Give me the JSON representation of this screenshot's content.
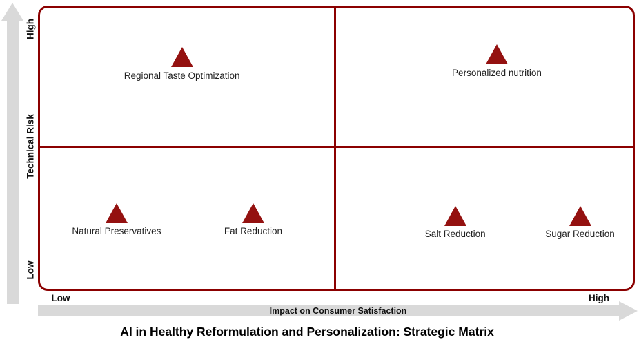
{
  "title": "AI in Healthy Reformulation and Personalization: Strategic Matrix",
  "y_axis": {
    "label": "Technical Risk",
    "high_label": "High",
    "low_label": "Low"
  },
  "x_axis": {
    "label": "Impact on Consumer Satisfaction",
    "low_label": "Low",
    "high_label": "High"
  },
  "colors": {
    "marker": "#941110",
    "frame_line": "#8b0000",
    "arrow_gray": "#d9d9d9",
    "text": "#111111"
  },
  "chart_data": {
    "type": "scatter",
    "title": "AI in Healthy Reformulation and Personalization: Strategic Matrix",
    "xlabel": "Impact on Consumer Satisfaction",
    "ylabel": "Technical Risk",
    "x_range_labels": [
      "Low",
      "High"
    ],
    "y_range_labels": [
      "Low",
      "High"
    ],
    "xlim": [
      0,
      1
    ],
    "ylim": [
      0,
      1
    ],
    "quadrant_split": {
      "x": 0.5,
      "y": 0.5
    },
    "marker": "triangle-up",
    "legend": "none",
    "grid": false,
    "points": [
      {
        "label": "Regional Taste Optimization",
        "x": 0.24,
        "y": 0.82,
        "quadrant": "high-risk / low-impact"
      },
      {
        "label": "Personalized nutrition",
        "x": 0.77,
        "y": 0.83,
        "quadrant": "high-risk / high-impact"
      },
      {
        "label": "Natural Preservatives",
        "x": 0.13,
        "y": 0.27,
        "quadrant": "low-risk / low-impact"
      },
      {
        "label": "Fat Reduction",
        "x": 0.36,
        "y": 0.27,
        "quadrant": "low-risk / low-impact"
      },
      {
        "label": "Salt Reduction",
        "x": 0.7,
        "y": 0.26,
        "quadrant": "low-risk / high-impact"
      },
      {
        "label": "Sugar Reduction",
        "x": 0.91,
        "y": 0.26,
        "quadrant": "low-risk / high-impact"
      }
    ]
  }
}
